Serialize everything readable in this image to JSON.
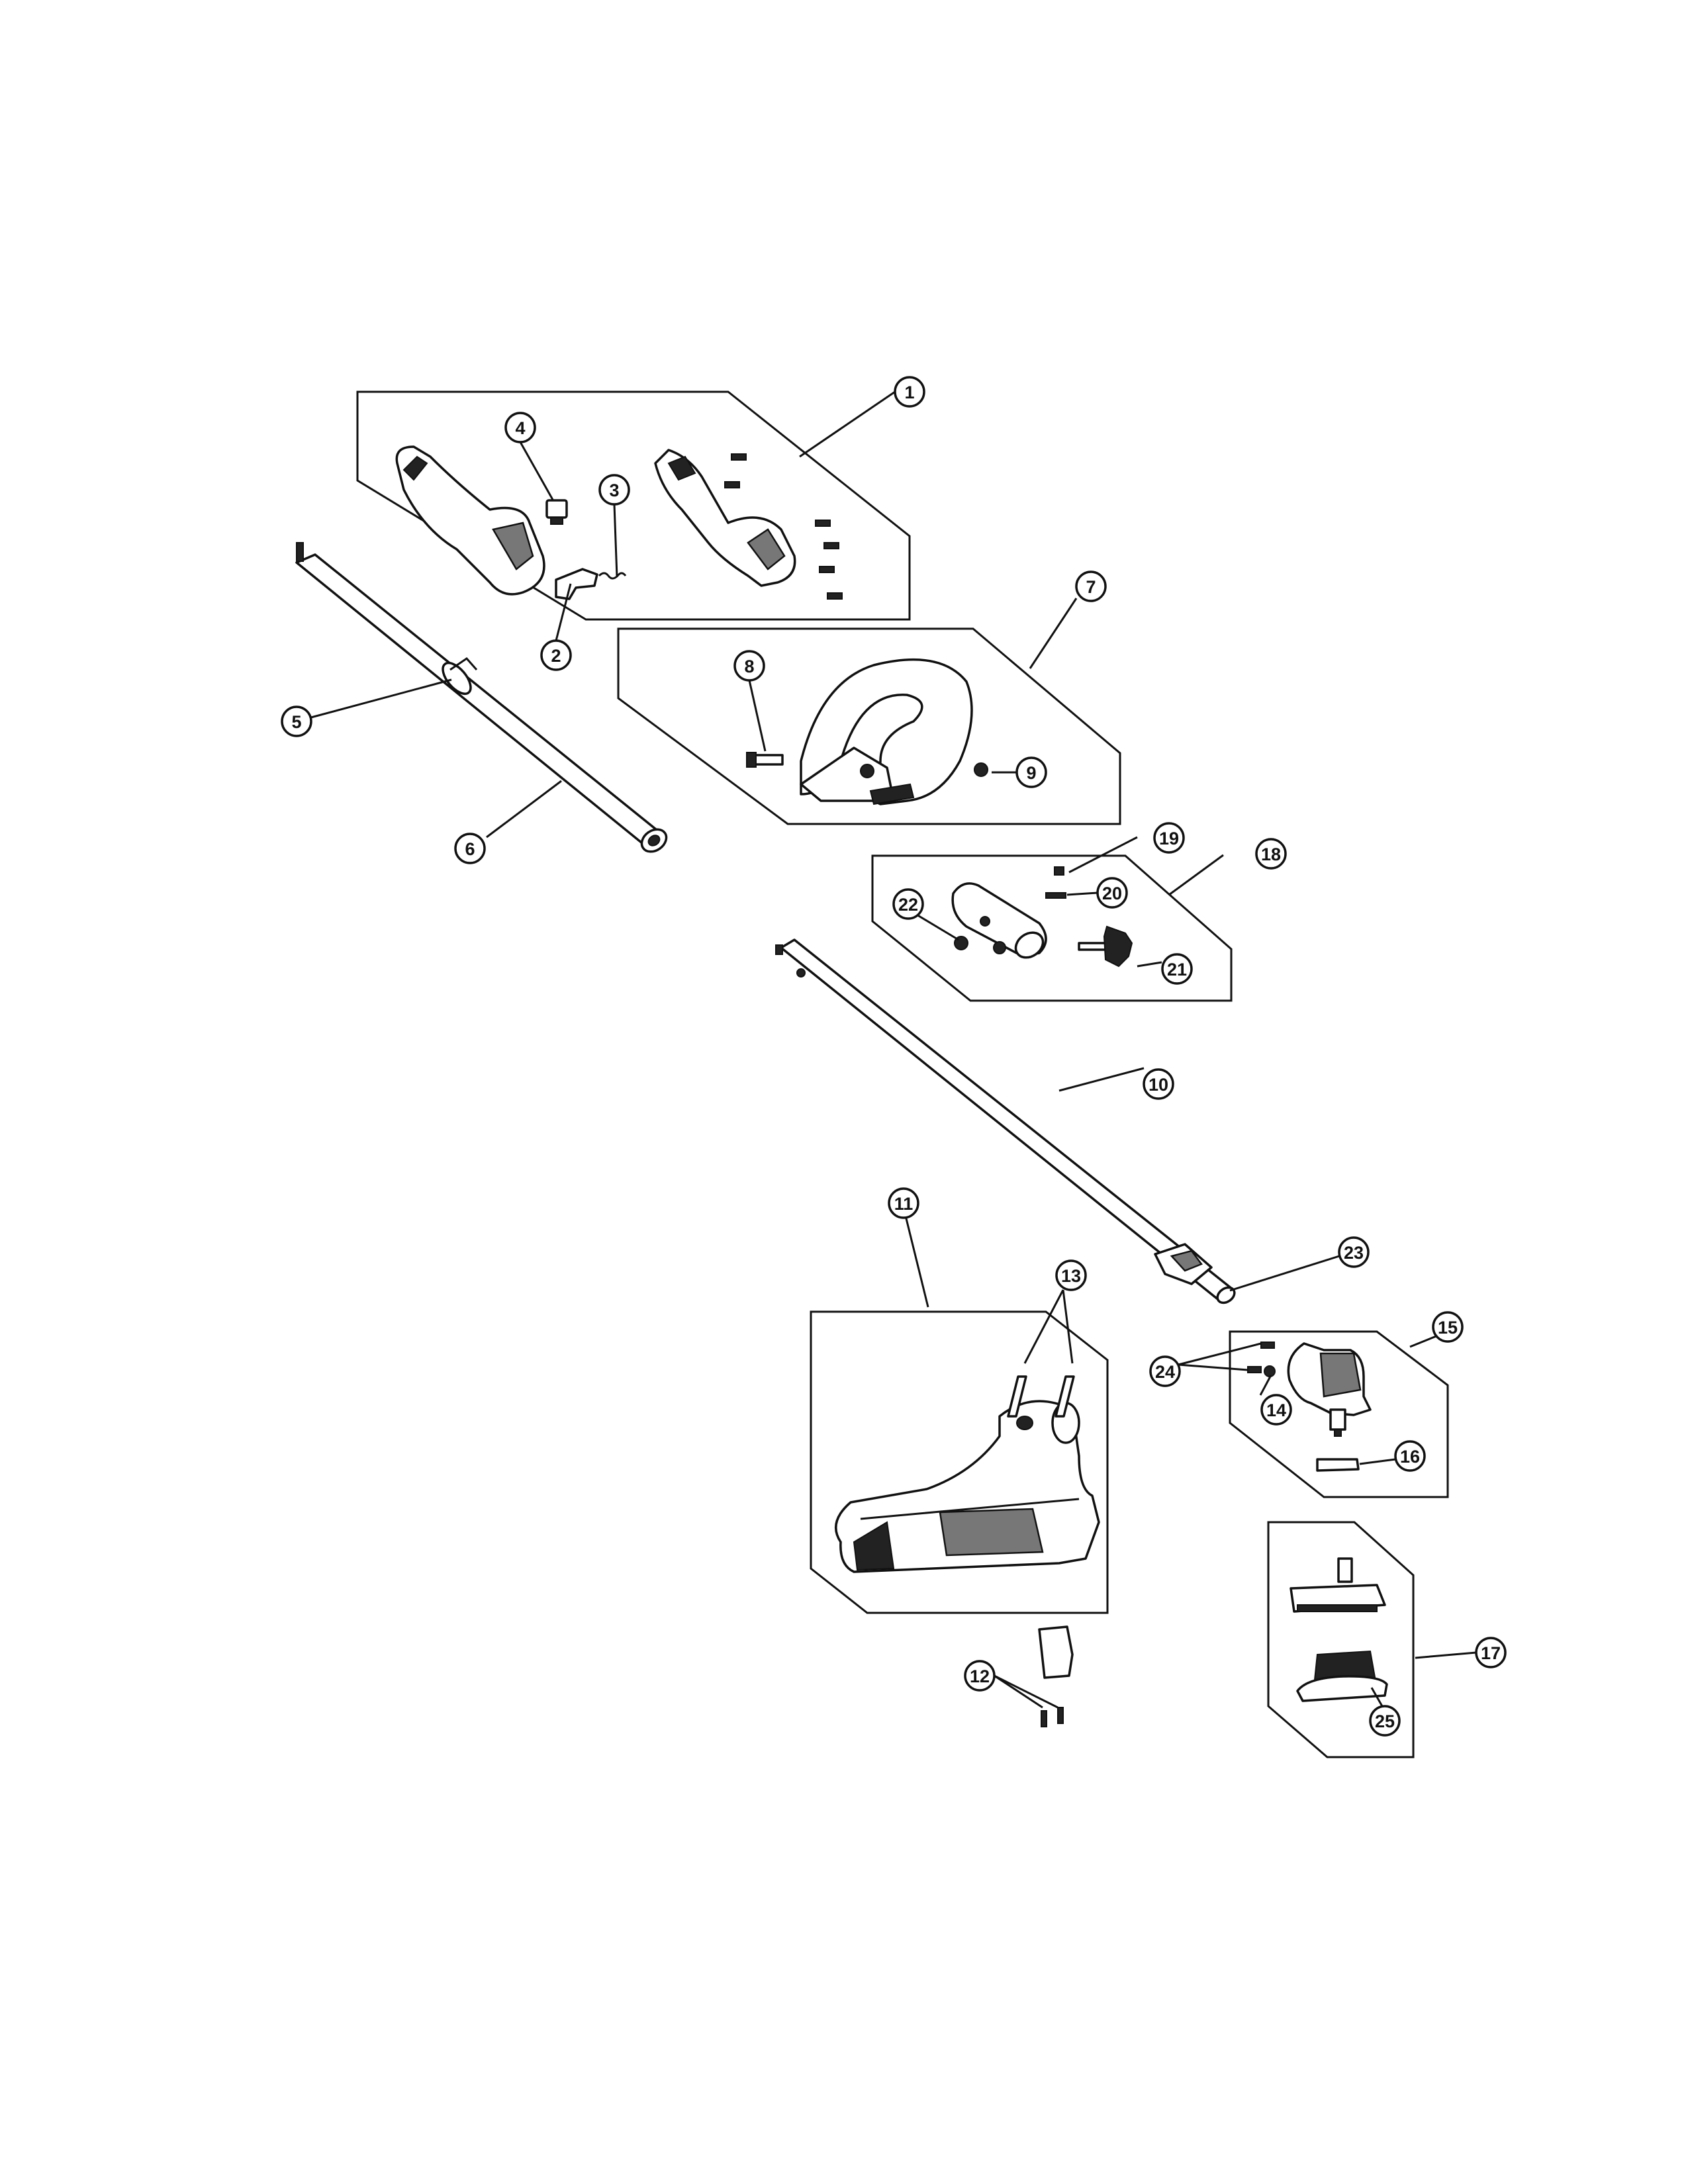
{
  "callouts": [
    "1",
    "2",
    "3",
    "4",
    "5",
    "6",
    "7",
    "8",
    "9",
    "10",
    "11",
    "12",
    "13",
    "14",
    "15",
    "16",
    "17",
    "18",
    "19",
    "20",
    "21",
    "22",
    "23",
    "24",
    "25"
  ],
  "colors": {
    "line": "#111111",
    "background": "#ffffff",
    "shade": "#777777"
  }
}
